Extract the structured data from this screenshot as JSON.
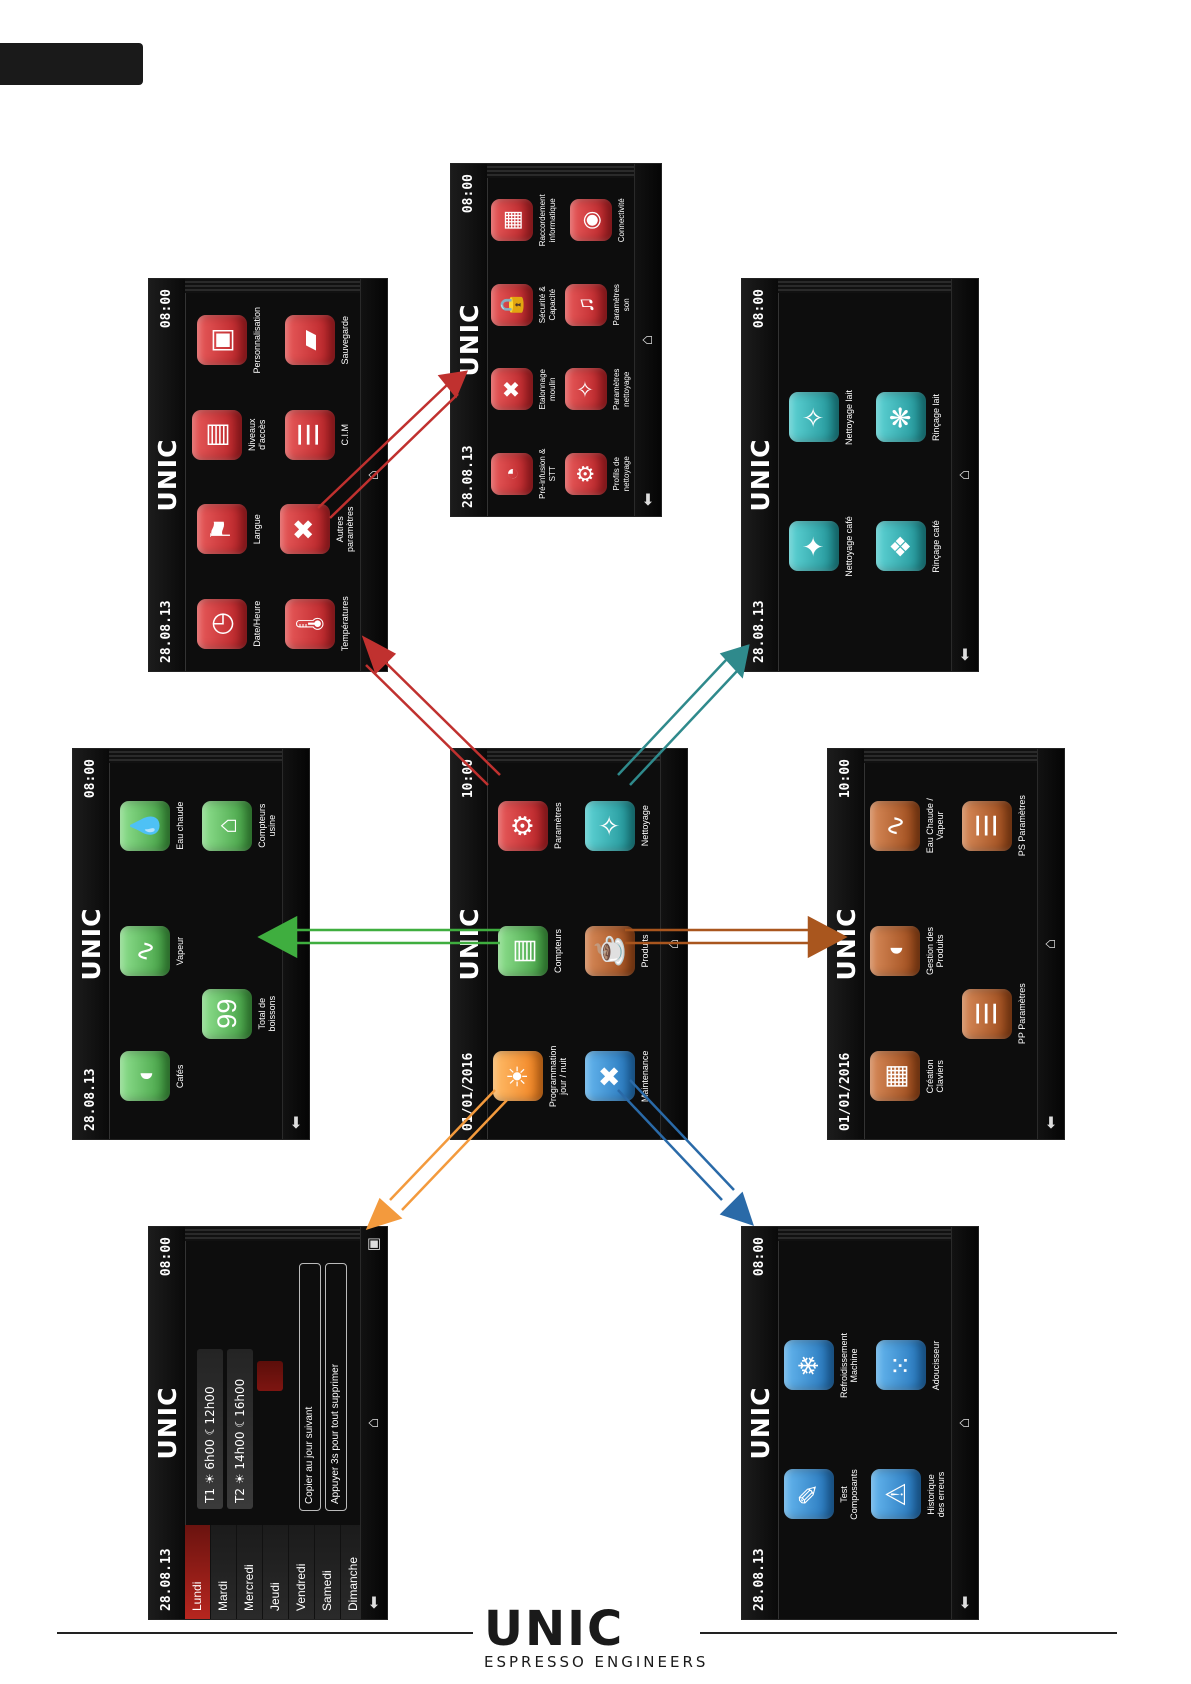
{
  "brand": "UNIC",
  "tagline": "ESPRESSO ENGINEERS",
  "icons": {
    "back": "back-arrow-icon",
    "home": "home-icon",
    "save": "save-icon"
  },
  "colors": {
    "parametres": "#c0312f",
    "nettoyage": "#2f8a8c",
    "compteurs": "#3fae3f",
    "produits": "#a9561e",
    "programmation": "#f39a3d",
    "maintenance": "#2a6aa8"
  },
  "screens": {
    "main": {
      "date": "01/01/2016",
      "time": "10:00",
      "items": [
        {
          "label": "Programmation\njour / nuit",
          "icon": "sun-moon-icon"
        },
        {
          "label": "Compteurs",
          "icon": "counter-icon"
        },
        {
          "label": "Paramètres",
          "icon": "gears-icon"
        },
        {
          "label": "Maintenance",
          "icon": "tools-icon"
        },
        {
          "label": "Produits",
          "icon": "cup-icon"
        },
        {
          "label": "Nettoyage",
          "icon": "cleaning-icon"
        }
      ]
    },
    "parametres": {
      "date": "28.08.13",
      "time": "08:00",
      "items": [
        {
          "label": "Date/Heure",
          "icon": "clock-icon"
        },
        {
          "label": "Langue",
          "icon": "flag-icon"
        },
        {
          "label": "Niveaux\nd'accès",
          "icon": "access-icon"
        },
        {
          "label": "Personnalisation",
          "icon": "personalize-icon"
        },
        {
          "label": "Températures",
          "icon": "thermometer-icon"
        },
        {
          "label": "Autres\nparamètres",
          "icon": "tools-icon"
        },
        {
          "label": "C.I.M",
          "icon": "sliders-icon"
        },
        {
          "label": "Sauvegarde",
          "icon": "usb-icon"
        }
      ]
    },
    "autres": {
      "date": "28.08.13",
      "time": "08:00",
      "items": [
        {
          "label": "Pré-infusion &\nSTT",
          "icon": "gauge-icon"
        },
        {
          "label": "Etalonnage\nmoulin",
          "icon": "wrench-icon"
        },
        {
          "label": "Sécurité &\nCapacité",
          "icon": "lock-icon"
        },
        {
          "label": "Raccordement\ninformatique",
          "icon": "network-icon"
        },
        {
          "label": "Profils de\nnettoyage",
          "icon": "profile-icon"
        },
        {
          "label": "Paramètres\nnettoyage",
          "icon": "cleaning-icon"
        },
        {
          "label": "Paramètres\nson",
          "icon": "speaker-icon"
        },
        {
          "label": "Connectivité",
          "icon": "connectivity-icon"
        }
      ]
    },
    "nettoyage": {
      "date": "28.08.13",
      "time": "08:00",
      "items": [
        {
          "label": "Nettoyage café",
          "icon": "coffee-clean-icon"
        },
        {
          "label": "Nettoyage lait",
          "icon": "milk-clean-icon"
        },
        {
          "label": "Rinçage café",
          "icon": "coffee-rinse-icon"
        },
        {
          "label": "Rinçage lait",
          "icon": "milk-rinse-icon"
        }
      ]
    },
    "compteurs": {
      "date": "28.08.13",
      "time": "08:00",
      "items": [
        {
          "label": "Cafés",
          "icon": "coffee-bean-icon"
        },
        {
          "label": "Vapeur",
          "icon": "steam-icon"
        },
        {
          "label": "Eau chaude",
          "icon": "drop-icon"
        },
        {
          "label": "Total de\nboissons",
          "icon": "total-icon"
        },
        {
          "label": "Compteurs\nusine",
          "icon": "factory-icon"
        }
      ]
    },
    "produits": {
      "date": "01/01/2016",
      "time": "10:00",
      "items": [
        {
          "label": "Création\nClaviers",
          "icon": "keyboard-icon"
        },
        {
          "label": "Gestion des\nProduits",
          "icon": "coffee-bag-icon"
        },
        {
          "label": "Eau Chaude /\nVapeur",
          "icon": "water-steam-icon"
        },
        {
          "label": "PP Paramètres",
          "icon": "sliders-icon"
        },
        {
          "label": "PS Paramètres",
          "icon": "sliders-icon"
        }
      ]
    },
    "programmation": {
      "date": "28.08.13",
      "time": "08:00",
      "days": [
        "Lundi",
        "Mardi",
        "Mercredi",
        "Jeudi",
        "Vendredi",
        "Samedi",
        "Dimanche"
      ],
      "slots": [
        {
          "label": "T1 ☀ 6h00 ☾12h00"
        },
        {
          "label": "T2 ☀ 14h00 ☾16h00"
        }
      ],
      "copy_label": "Copier au jour suivant",
      "delete_label": "Appuyer 3s pour tout supprimer"
    },
    "maintenance": {
      "date": "28.08.13",
      "time": "08:00",
      "items": [
        {
          "label": "Test\nComposants",
          "icon": "test-icon"
        },
        {
          "label": "Refroidissement\nMachine",
          "icon": "snowflake-icon"
        },
        {
          "label": "Historique\ndes erreurs",
          "icon": "warning-icon"
        },
        {
          "label": "Adoucisseur",
          "icon": "softener-icon"
        }
      ]
    }
  }
}
